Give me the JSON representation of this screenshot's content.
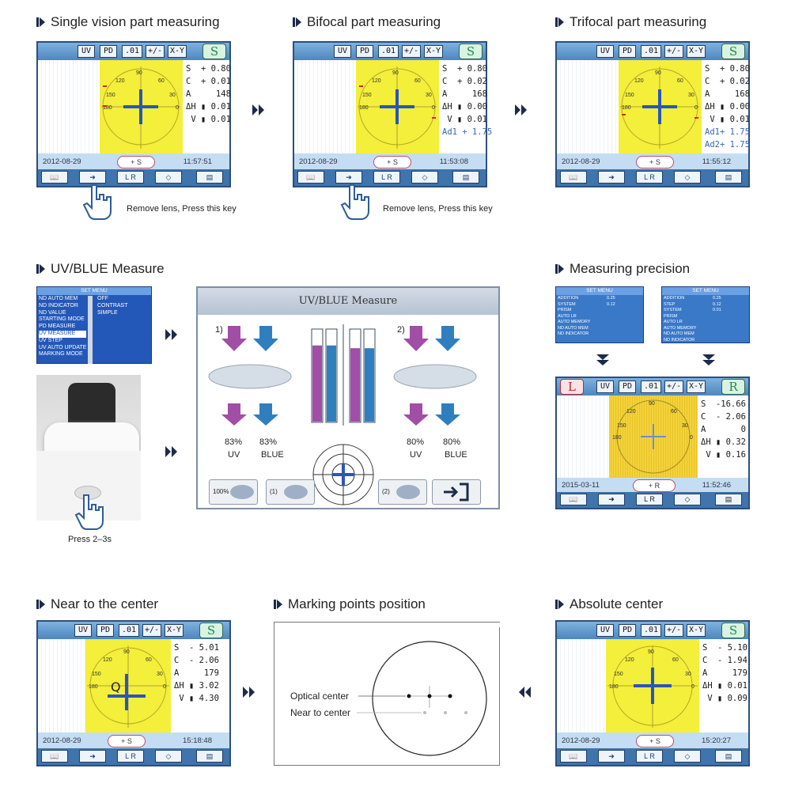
{
  "headings": {
    "single": "Single vision part measuring",
    "bifocal": "Bifocal part measuring",
    "trifocal": "Trifocal part measuring",
    "uvblue": "UV/BLUE Measure",
    "precision": "Measuring precision",
    "near": "Near to the center",
    "marking": "Marking points position",
    "absolute": "Absolute center"
  },
  "topbar_buttons": [
    "UV",
    "PD",
    ".01",
    "+/-",
    "X-Y"
  ],
  "screens": {
    "single": {
      "mode": "S",
      "readout": [
        "S  + 0.80",
        "C  + 0.01",
        "A     148",
        "ΔH ▮ 0.01",
        " V ▮ 0.01"
      ],
      "date": "2012-08-29",
      "time": "11:57:51",
      "pm": "+  S"
    },
    "bifocal": {
      "mode": "S",
      "readout": [
        "S  + 0.80",
        "C  + 0.02",
        "A     168",
        "ΔH ▮ 0.00",
        " V ▮ 0.01",
        "Ad1 + 1.75"
      ],
      "date": "2012-08-29",
      "time": "11:53:08",
      "pm": "+  S"
    },
    "trifocal": {
      "mode": "S",
      "readout": [
        "S  + 0.80",
        "C  + 0.02",
        "A     168",
        "ΔH ▮ 0.00",
        " V ▮ 0.01",
        "Ad1+ 1.75",
        "Ad2+ 1.75"
      ],
      "date": "2012-08-29",
      "time": "11:55:12",
      "pm": "+  S"
    },
    "near": {
      "mode": "S",
      "readout": [
        "S  - 5.01",
        "C  - 2.06",
        "A     179",
        "ΔH ▮ 3.02",
        " V ▮ 4.30"
      ],
      "date": "2012-08-29",
      "time": "15:18:48",
      "pm": "+  S"
    },
    "absolute": {
      "mode": "S",
      "readout": [
        "S  - 5.10",
        "C  - 1.94",
        "A     179",
        "ΔH ▮ 0.01",
        " V ▮ 0.09"
      ],
      "date": "2012-08-29",
      "time": "15:20:27",
      "pm": "+  S"
    },
    "precision": {
      "mode_left": "L",
      "mode_right": "R",
      "readout": [
        "S  -16.66",
        "C  - 2.06",
        "A       0",
        "ΔH ▮ 0.32",
        " V ▮ 0.16"
      ],
      "date": "2015-03-11",
      "time": "11:52:46",
      "pm": "+  R"
    }
  },
  "dial_labels": {
    "top": "90",
    "upper_left": "120",
    "upper_right": "60",
    "left_upper": "150",
    "right_upper": "30",
    "left": "180",
    "right": "0"
  },
  "near_marker": "Q",
  "captions": {
    "remove_lens": "Remove lens, Press this key",
    "press": "Press 2–3s"
  },
  "set_menu": {
    "title": "SET MENU",
    "items": [
      "ND AUTO MEM",
      "ND INDICATOR",
      "ND VALUE",
      "STARTING MODE",
      "PD MEASURE",
      "UV MEASURE",
      "UV STEP",
      "UV AUTO UPDATE",
      "MARKING MODE"
    ],
    "highlighted": "UV MEASURE",
    "options": [
      "OFF",
      "CONTRAST",
      "SIMPLE"
    ]
  },
  "uv_window": {
    "title": "UV/BLUE Measure",
    "lens1_label": "1)",
    "lens2_label": "2)",
    "lens1_uv": "83%",
    "lens1_blue": "83%",
    "lens2_uv": "80%",
    "lens2_blue": "80%",
    "uv_label": "UV",
    "blue_label": "BLUE",
    "bar_levels": {
      "uv1": 0.83,
      "blue1": 0.83,
      "uv2": 0.8,
      "blue2": 0.8
    },
    "buttons": [
      "100%",
      "(1)",
      "(2)"
    ],
    "colors": {
      "uv": "#a04ea6",
      "blue": "#2f7fbf"
    }
  },
  "precision_menus": {
    "left": {
      "title": "SET MENU",
      "items": [
        "ADDITION",
        "",
        "SYSTEM",
        "PRISM",
        "AUTO LR",
        "AUTO MEMORY",
        "ND AUTO MEM",
        "ND INDICATOR"
      ],
      "values": [
        "0.25",
        "0.12",
        "",
        "",
        "",
        "",
        "",
        ""
      ]
    },
    "right": {
      "title": "SET MENU",
      "items": [
        "ADDITION",
        "STEP",
        "SYSTEM",
        "PRISM",
        "AUTO LR",
        "AUTO MEMORY",
        "ND AUTO MEM",
        "ND INDICATOR"
      ],
      "values": [
        "0.25",
        "0.12",
        "0.01",
        "",
        "",
        "",
        "",
        ""
      ]
    }
  },
  "marking": {
    "optical_center": "Optical center",
    "near_center": "Near to center"
  }
}
